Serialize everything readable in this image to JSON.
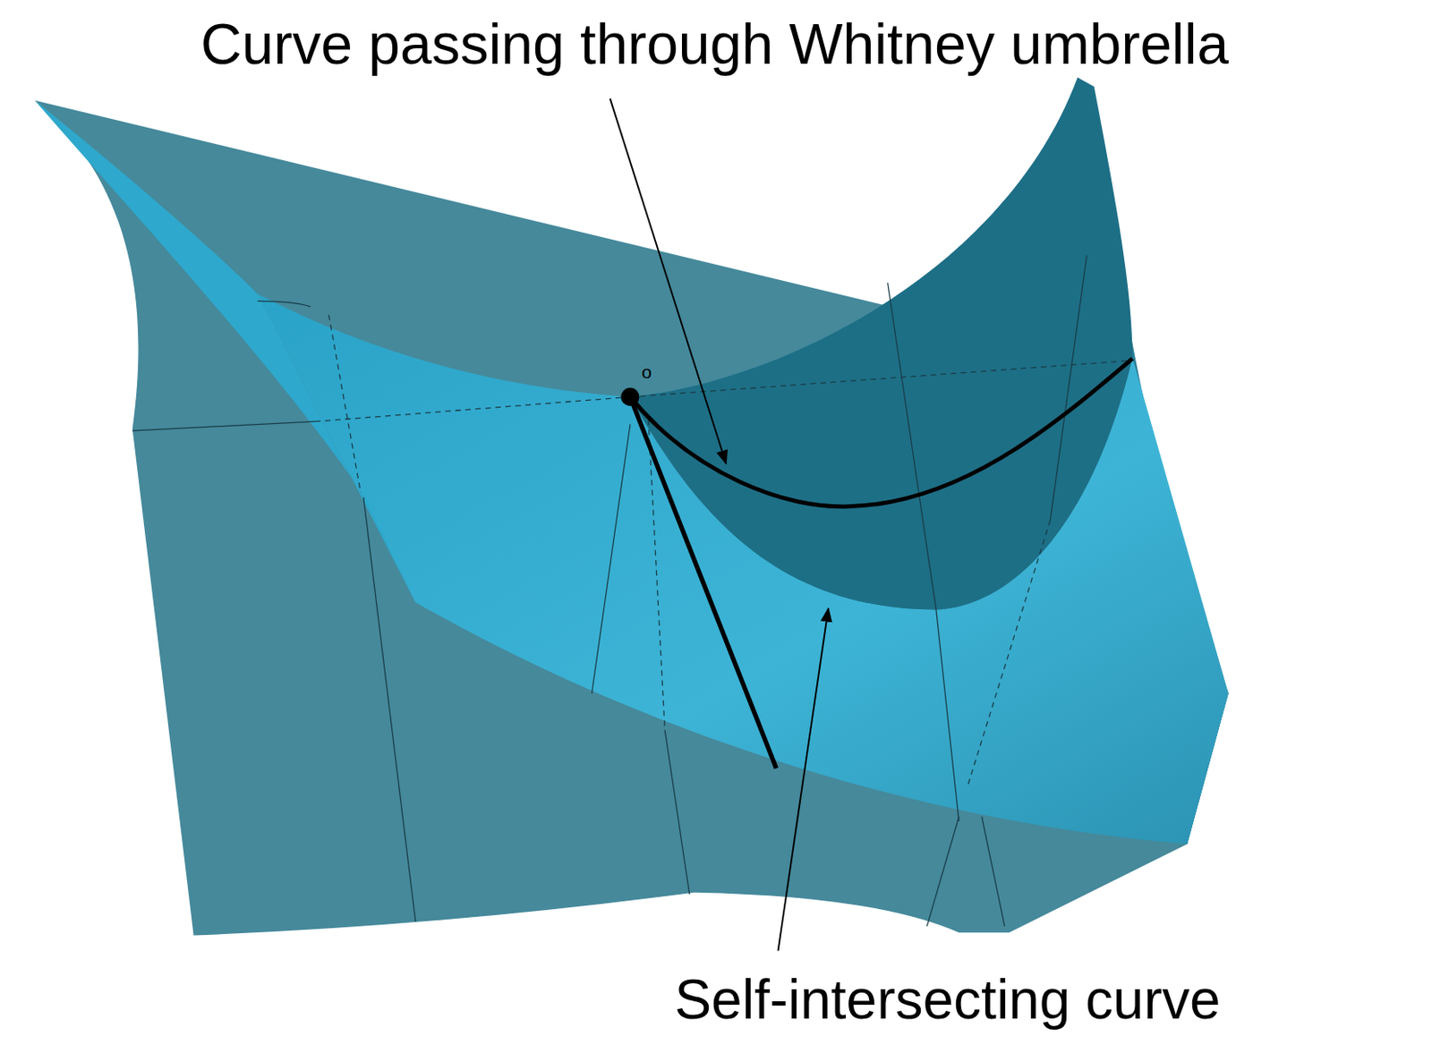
{
  "diagram": {
    "labels": [
      "Curve passing through Whitney umbrella",
      "o",
      "Self-intersecting curve"
    ]
  }
}
